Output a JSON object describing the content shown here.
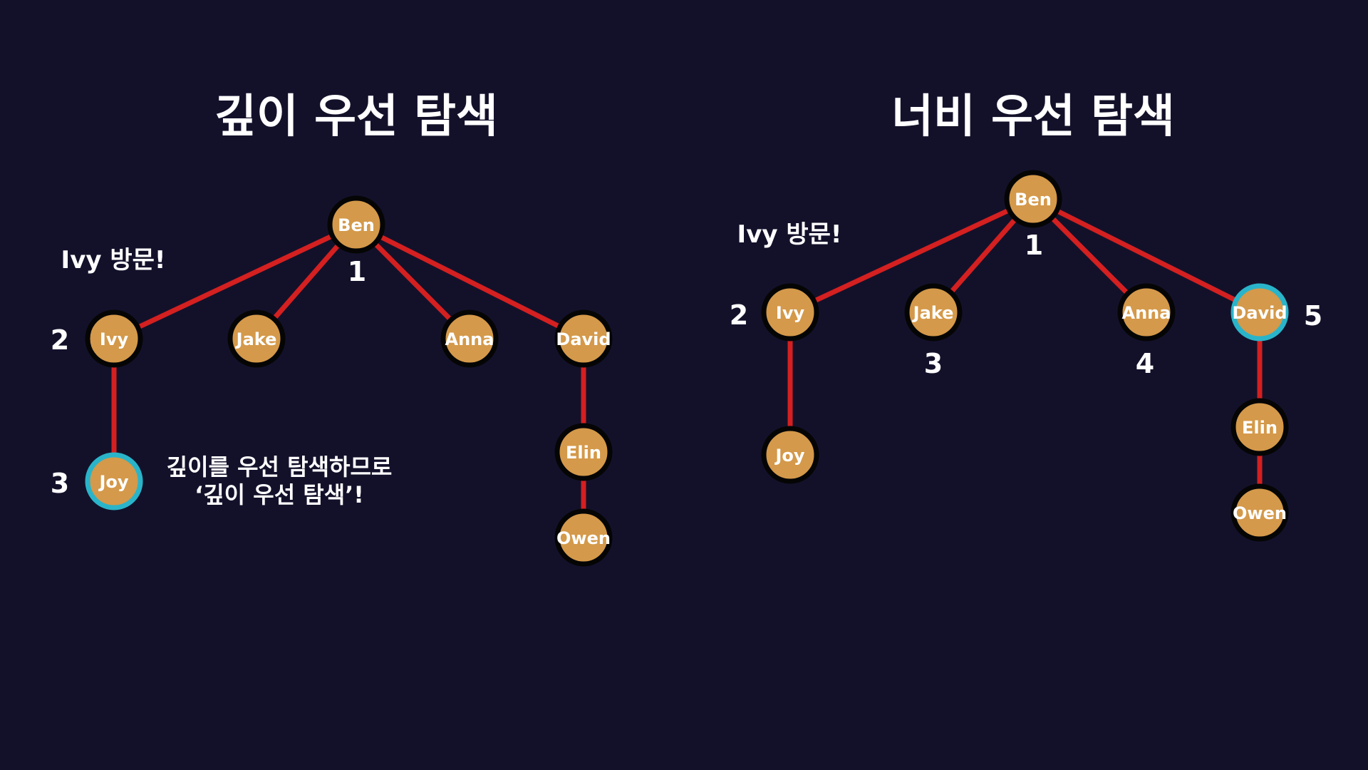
{
  "colors": {
    "background": "#13112a",
    "node_fill": "#d4994a",
    "node_border": "#050505",
    "edge": "#d42020",
    "highlight": "#2ab4c9"
  },
  "dfs": {
    "title": "깊이 우선 탐색",
    "note": "Ivy 방문!",
    "annotation_line1": "깊이를 우선 탐색하므로",
    "annotation_line2": "‘깊이 우선 탐색’!",
    "order_labels": [
      "1",
      "2",
      "3"
    ],
    "nodes": [
      {
        "id": "Ben",
        "label": "Ben"
      },
      {
        "id": "Ivy",
        "label": "Ivy"
      },
      {
        "id": "Jake",
        "label": "Jake"
      },
      {
        "id": "Anna",
        "label": "Anna"
      },
      {
        "id": "David",
        "label": "David"
      },
      {
        "id": "Joy",
        "label": "Joy",
        "highlighted": true
      },
      {
        "id": "Elin",
        "label": "Elin"
      },
      {
        "id": "Owen",
        "label": "Owen"
      }
    ],
    "edges": [
      [
        "Ben",
        "Ivy"
      ],
      [
        "Ben",
        "Jake"
      ],
      [
        "Ben",
        "Anna"
      ],
      [
        "Ben",
        "David"
      ],
      [
        "Ivy",
        "Joy"
      ],
      [
        "David",
        "Elin"
      ],
      [
        "Elin",
        "Owen"
      ]
    ]
  },
  "bfs": {
    "title": "너비 우선 탐색",
    "note": "Ivy 방문!",
    "order_labels": [
      "1",
      "2",
      "3",
      "4",
      "5"
    ],
    "nodes": [
      {
        "id": "Ben",
        "label": "Ben"
      },
      {
        "id": "Ivy",
        "label": "Ivy"
      },
      {
        "id": "Jake",
        "label": "Jake"
      },
      {
        "id": "Anna",
        "label": "Anna"
      },
      {
        "id": "David",
        "label": "David",
        "highlighted": true
      },
      {
        "id": "Joy",
        "label": "Joy"
      },
      {
        "id": "Elin",
        "label": "Elin"
      },
      {
        "id": "Owen",
        "label": "Owen"
      }
    ],
    "edges": [
      [
        "Ben",
        "Ivy"
      ],
      [
        "Ben",
        "Jake"
      ],
      [
        "Ben",
        "Anna"
      ],
      [
        "Ben",
        "David"
      ],
      [
        "Ivy",
        "Joy"
      ],
      [
        "David",
        "Elin"
      ],
      [
        "Elin",
        "Owen"
      ]
    ]
  }
}
